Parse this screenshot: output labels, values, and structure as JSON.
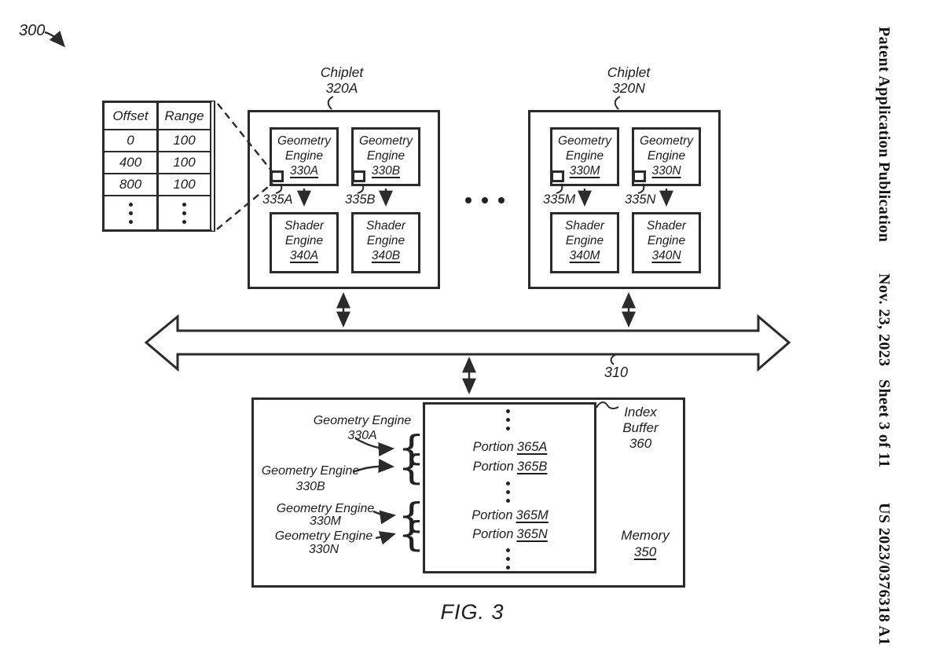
{
  "sheet_header": {
    "publication": "Patent Application Publication",
    "date": "Nov. 23, 2023",
    "sheet_info": "Sheet 3 of 11",
    "document_number": "US 2023/0376318 A1"
  },
  "figure": {
    "reference": "300",
    "caption": "FIG. 3"
  },
  "offset_table": {
    "col1_header": "Offset",
    "col2_header": "Range",
    "rows": [
      {
        "offset": "0",
        "range": "100"
      },
      {
        "offset": "400",
        "range": "100"
      },
      {
        "offset": "800",
        "range": "100"
      }
    ]
  },
  "chiplet_a": {
    "label": "Chiplet",
    "ref": "320A",
    "ge1": {
      "l1": "Geometry",
      "l2": "Engine",
      "ref": "330A",
      "tag": "335A"
    },
    "ge2": {
      "l1": "Geometry",
      "l2": "Engine",
      "ref": "330B",
      "tag": "335B"
    },
    "se1": {
      "l1": "Shader",
      "l2": "Engine",
      "ref": "340A"
    },
    "se2": {
      "l1": "Shader",
      "l2": "Engine",
      "ref": "340B"
    }
  },
  "chiplet_n": {
    "label": "Chiplet",
    "ref": "320N",
    "ge1": {
      "l1": "Geometry",
      "l2": "Engine",
      "ref": "330M",
      "tag": "335M"
    },
    "ge2": {
      "l1": "Geometry",
      "l2": "Engine",
      "ref": "330N",
      "tag": "335N"
    },
    "se1": {
      "l1": "Shader",
      "l2": "Engine",
      "ref": "340M"
    },
    "se2": {
      "l1": "Shader",
      "l2": "Engine",
      "ref": "340N"
    }
  },
  "bus": {
    "ref": "310"
  },
  "memory": {
    "label": "Memory",
    "ref": "350",
    "index_buffer": {
      "l1": "Index",
      "l2": "Buffer",
      "ref": "360"
    },
    "portions": [
      {
        "label": "Portion",
        "ref": "365A"
      },
      {
        "label": "Portion",
        "ref": "365B"
      },
      {
        "label": "Portion",
        "ref": "365M"
      },
      {
        "label": "Portion",
        "ref": "365N"
      }
    ],
    "sources": [
      {
        "l1": "Geometry Engine",
        "ref": "330A"
      },
      {
        "l1": "Geometry Engine",
        "ref": "330B"
      },
      {
        "l1": "Geometry Engine",
        "ref": "330M"
      },
      {
        "l1": "Geometry Engine",
        "ref": "330N"
      }
    ]
  }
}
